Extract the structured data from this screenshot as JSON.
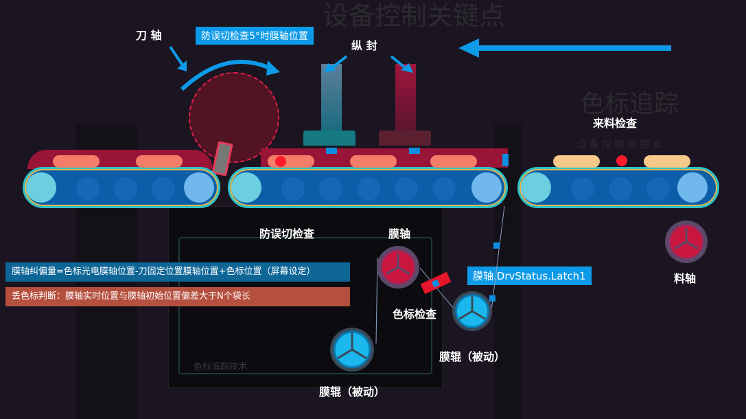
{
  "watermarks": {
    "title": "设备控制关键点",
    "color_tracking": "色标追踪",
    "subtitle": "设 备 控 制 关 键 点",
    "tech": "色标追踪技术"
  },
  "labels": {
    "knife_axis": "刀 轴",
    "anti_miscut_tag": "防误切检查5°时膜轴位置",
    "vertical_seal": "纵 封",
    "incoming_check": "来料检查",
    "anti_miscut_check": "防误切检查",
    "film_axis": "膜轴",
    "material_axis": "料轴",
    "color_mark_check": "色标检查",
    "film_roller_1": "膜辊（被动）",
    "film_roller_2": "膜辊（被动）",
    "drv_status": "膜轴.DrvStatus.Latch1"
  },
  "notes": {
    "deviation_formula": "膜轴纠偏量=色标光电膜轴位置-刀固定位置膜轴位置+色标位置（屏幕设定）",
    "lost_mark_rule": "丢色标判断：膜轴实时位置与膜轴初始位置偏差大于N个袋长"
  },
  "colors": {
    "accent_blue": "#0d9ae8",
    "note_blue": "#0e6697",
    "note_red": "#b5503f",
    "belt": "#0d5ea8",
    "red": "#c8163f"
  }
}
